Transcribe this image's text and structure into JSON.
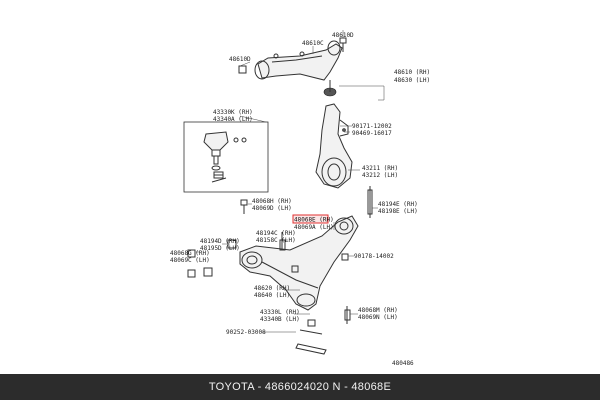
{
  "labels": {
    "u_48610D_top": "48610D",
    "u_48610C": "48610C",
    "u_48610D_left": "48610D",
    "u_48610": "48610 (RH)",
    "u_48630": "48630 (LH)",
    "u_90171": "90171-12002",
    "u_90469": "90469-16017",
    "u_43330K": "43330K (RH)",
    "u_43340A": "43340A (LH)",
    "u_43211": "43211 (RH)",
    "u_43212": "43212 (LH)",
    "u_48068H": "48068H (RH)",
    "u_48069D": "48069D (LH)",
    "u_48194E": "48194E (RH)",
    "u_48198E": "48198E (LH)",
    "u_48068E": "48068E (RH)",
    "u_48069A": "48069A (LH)",
    "u_48194C": "48194C (RH)",
    "u_48158C": "48158C (LH)",
    "u_48194D": "48194D (RH)",
    "u_48195D": "48195D (LH)",
    "u_48068G": "48068G (RH)",
    "u_48069C": "48069C (LH)",
    "u_90178": "90178-14002",
    "u_48620": "48620 (RH)",
    "u_48640": "48640 (LH)",
    "u_43330L": "43330L (RH)",
    "u_43340B": "43340B (LH)",
    "u_48068M": "48068M (RH)",
    "u_48069N": "48069N (LH)",
    "u_90252": "90252-03008",
    "u_code": "480486"
  },
  "highlight": {
    "part_number": "48068E",
    "color": "#e03030"
  },
  "footer": {
    "text": "TOYOTA - 4866024020        N - 48068E",
    "background": "#2c2c2c",
    "color": "#f2f2f2"
  }
}
